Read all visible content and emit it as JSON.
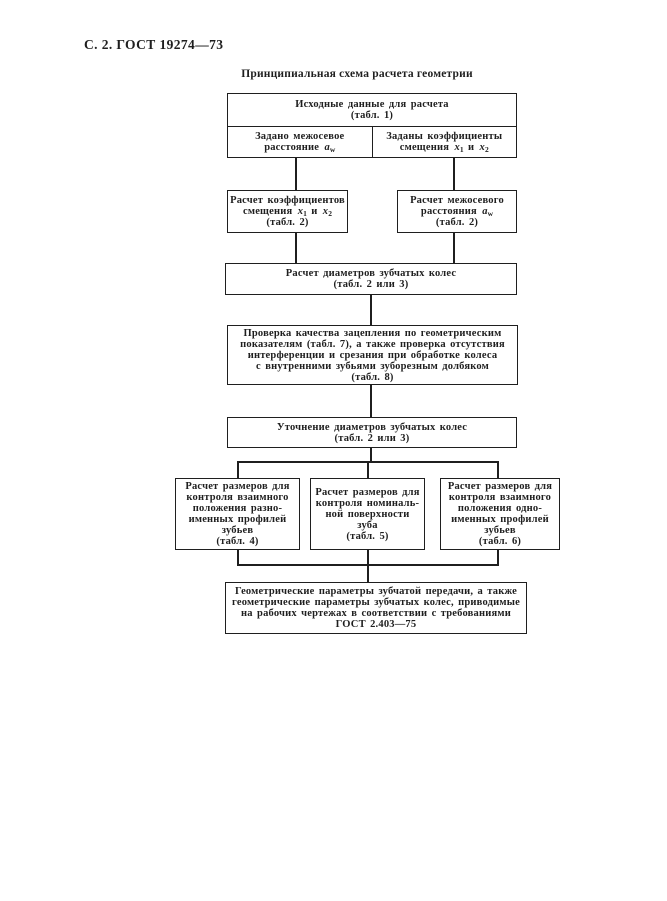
{
  "page": {
    "header": "С. 2. ГОСТ 19274—73",
    "title": "Принципиальная схема расчета геометрии"
  },
  "flowchart": {
    "source": {
      "title_lines": [
        "Исходные данные для расчета",
        "(табл. 1)"
      ],
      "left_cell_lines": [
        "Задано межосевое",
        "расстояние *a*_{w}"
      ],
      "right_cell_lines": [
        "Заданы коэффициенты",
        "смещения *x*_{1} и *x*_{2}"
      ]
    },
    "calc_shift": {
      "lines": [
        "Расчет  коэффициентов",
        "смещения *x*_{1} и *x*_{2}",
        "(табл. 2)"
      ]
    },
    "calc_center_distance": {
      "lines": [
        "Расчет межосевого",
        "расстояния *a*_{w}",
        "(табл. 2)"
      ]
    },
    "calc_diameters": {
      "lines": [
        "Расчет диаметров зубчатых колес",
        "(табл. 2 или 3)"
      ]
    },
    "check_quality": {
      "lines": [
        "Проверка качества зацепления по геометрическим",
        "показателям (табл. 7), а также проверка отсутствия",
        "интерференции и срезания при обработке колеса",
        "с внутренними зубьями зуборезным долбяком",
        "(табл. 8)"
      ]
    },
    "refine_diameters": {
      "lines": [
        "Уточнение диаметров зубчатых колес",
        "(табл. 2 или 3)"
      ]
    },
    "ctrl_opposite_profiles": {
      "lines": [
        "Расчет размеров для",
        "контроля взаимного",
        "положения разно-",
        "именных профилей",
        "зубьев",
        "(табл. 4)"
      ]
    },
    "ctrl_nominal_surface": {
      "lines": [
        "Расчет размеров для",
        "контроля номиналь-",
        "ной поверхности",
        "зуба",
        "(табл. 5)"
      ]
    },
    "ctrl_same_profiles": {
      "lines": [
        "Расчет размеров для",
        "контроля взаимного",
        "положения одно-",
        "именных профилей",
        "зубьев",
        "(табл. 6)"
      ]
    },
    "result": {
      "lines": [
        "Геометрические параметры зубчатой передачи, а также",
        "геометрические параметры зубчатых колес, приводимые",
        "на рабочих чертежах в соответствии с требованиями",
        "ГОСТ 2.403—75"
      ]
    }
  },
  "colors": {
    "ink": "#1f1f1f",
    "paper": "#ffffff"
  }
}
